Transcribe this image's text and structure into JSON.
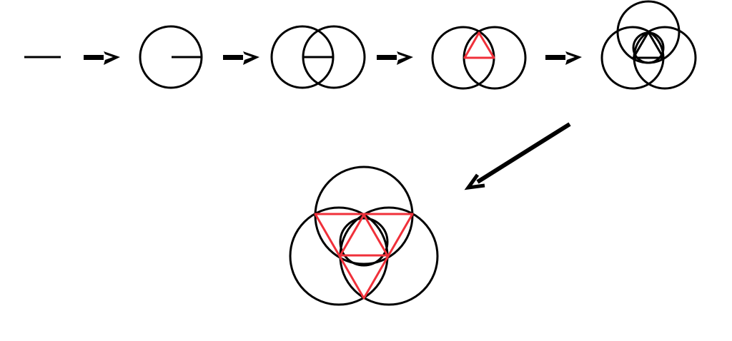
{
  "diagram": {
    "stroke_color": "#000000",
    "highlight_color": "#f0303a",
    "background": "#ffffff",
    "steps": [
      "line-segment",
      "circle-with-radius",
      "two-circles",
      "two-circles-triangle",
      "three-circles-triangle"
    ],
    "result": "three-circles-with-red-triangles"
  }
}
